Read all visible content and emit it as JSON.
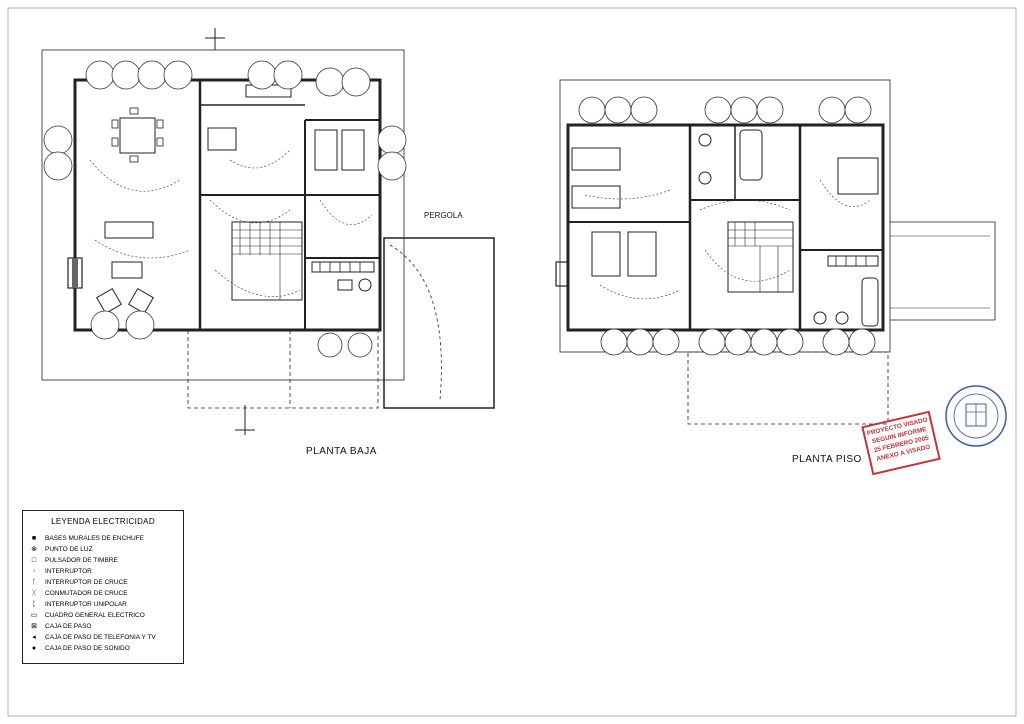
{
  "plans": {
    "ground_title": "PLANTA BAJA",
    "upper_title": "PLANTA PISO",
    "pergola": "PERGOLA"
  },
  "legend": {
    "title": "LEYENDA ELECTRICIDAD",
    "items": [
      {
        "symbol": "■",
        "label": "BASES MURALES DE ENCHUFE"
      },
      {
        "symbol": "⊗",
        "label": "PUNTO DE LUZ"
      },
      {
        "symbol": "□",
        "label": "PULSADOR DE TIMBRE"
      },
      {
        "symbol": "ᚲ",
        "label": "INTERRUPTOR"
      },
      {
        "symbol": "ᚴ",
        "label": "INTERRUPTOR DE CRUCE"
      },
      {
        "symbol": "ᚷ",
        "label": "CONMUTADOR DE CRUCE"
      },
      {
        "symbol": "ᛈ",
        "label": "INTERRUPTOR UNIPOLAR"
      },
      {
        "symbol": "▭",
        "label": "CUADRO GENERAL ELECTRICO"
      },
      {
        "symbol": "⊠",
        "label": "CAJA DE PASO"
      },
      {
        "symbol": "◂",
        "label": "CAJA DE PASO DE TELEFONIA Y TV"
      },
      {
        "symbol": "●",
        "label": "CAJA DE PASO DE SONIDO"
      }
    ]
  },
  "stamp": {
    "lines": [
      "PROYECTO VISADO",
      "SEGUIN INFORME",
      "25 FEBRERO 2005",
      "ANEXO A VISADO"
    ],
    "color": "#c8323a"
  },
  "seal": {
    "color": "#3a5fa8"
  }
}
